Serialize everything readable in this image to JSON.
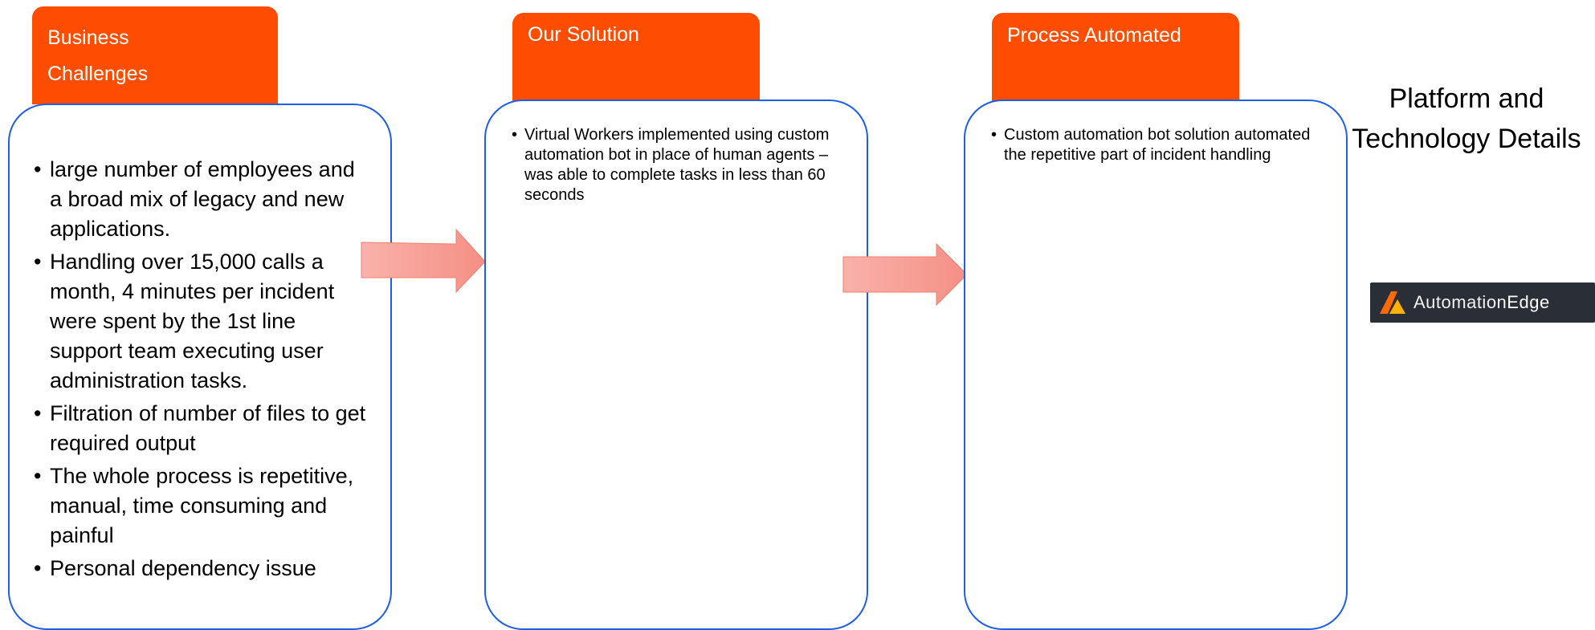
{
  "columns": [
    {
      "header_line1": "Business",
      "header_line2": "Challenges",
      "bullets": [
        "large number of employees and a broad mix of legacy and new applications.",
        "Handling over 15,000 calls a month, 4 minutes per incident were spent by the 1st line support team executing user administration tasks.",
        "Filtration of number of files to get required output",
        "The whole process is repetitive, manual, time consuming and painful",
        "Personal dependency issue"
      ]
    },
    {
      "header": "Our Solution",
      "bullets": [
        "Virtual Workers implemented using custom automation bot in place of human agents – was able to complete tasks in less than 60 seconds"
      ]
    },
    {
      "header": "Process Automated",
      "bullets": [
        "Custom automation bot solution automated the repetitive part of incident handling"
      ]
    }
  ],
  "platform": {
    "line1": "Platform and",
    "line2": "Technology Details",
    "logo_part1": "Automation",
    "logo_part2": "Edge"
  },
  "colors": {
    "tab": "#ff4d00",
    "card_border": "#1f5ee6",
    "arrow": "#f7a49a",
    "logo_bg": "#2a2e36"
  }
}
